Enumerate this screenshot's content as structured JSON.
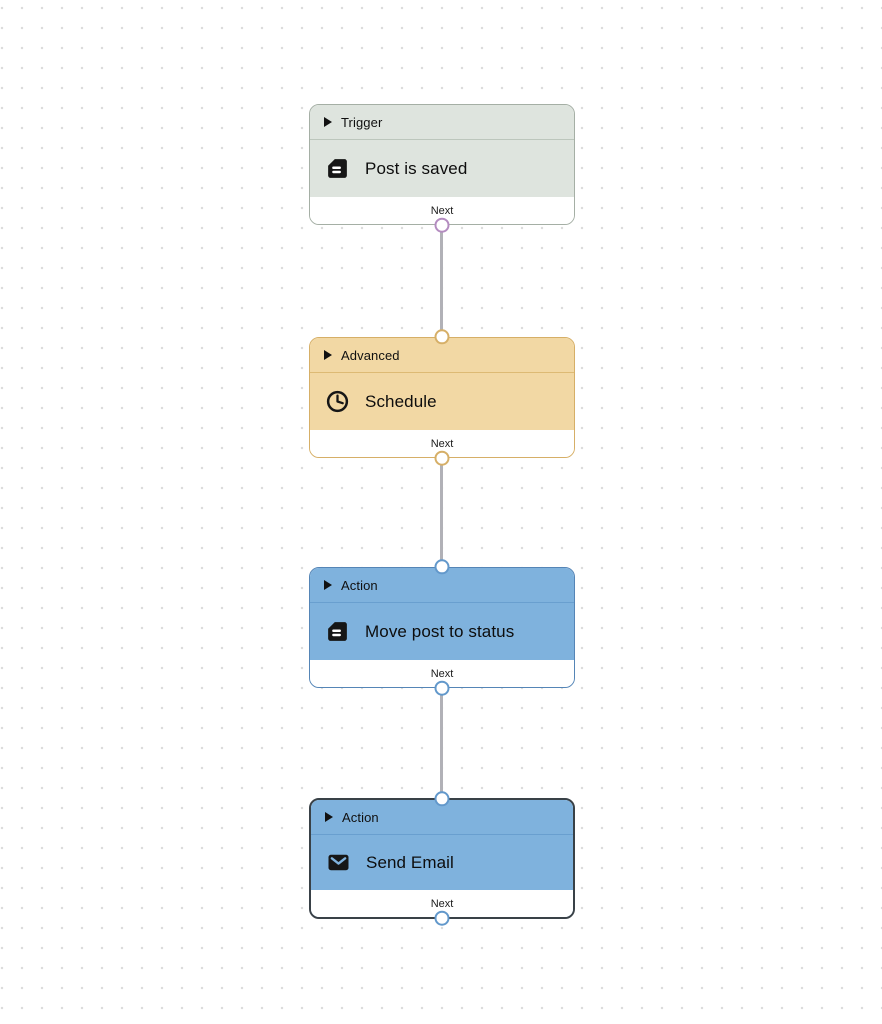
{
  "canvas": {
    "background_color": "#ffffff",
    "dot_color": "#dcdcdc",
    "edge_color": "#b1b1b7"
  },
  "nodes": [
    {
      "category": "Trigger",
      "title": "Post is saved",
      "icon": "document-icon",
      "footer_label": "Next",
      "selected": false,
      "has_input_handle": false,
      "has_output_handle": true,
      "colors": {
        "bg": "#dee4de",
        "border": "#a5afa5",
        "divider": "#bcc6bc",
        "handle": "#b48cc0"
      }
    },
    {
      "category": "Advanced",
      "title": "Schedule",
      "icon": "clock-icon",
      "footer_label": "Next",
      "selected": false,
      "has_input_handle": true,
      "has_output_handle": true,
      "colors": {
        "bg": "#f2d8a4",
        "border": "#d6af67",
        "divider": "#ddba74",
        "handle": "#d6af67"
      }
    },
    {
      "category": "Action",
      "title": "Move post to status",
      "icon": "document-icon",
      "footer_label": "Next",
      "selected": false,
      "has_input_handle": true,
      "has_output_handle": true,
      "colors": {
        "bg": "#7fb2dd",
        "border": "#5585b6",
        "divider": "#699fcf",
        "handle": "#6298cb"
      }
    },
    {
      "category": "Action",
      "title": "Send Email",
      "icon": "mail-icon",
      "footer_label": "Next",
      "selected": true,
      "has_input_handle": true,
      "has_output_handle": true,
      "colors": {
        "bg": "#7fb2dd",
        "border": "#394147",
        "divider": "#699fcf",
        "handle": "#6298cb"
      }
    }
  ],
  "edges": [
    {
      "from": "Post is saved",
      "to": "Schedule"
    },
    {
      "from": "Schedule",
      "to": "Move post to status"
    },
    {
      "from": "Move post to status",
      "to": "Send Email"
    }
  ]
}
